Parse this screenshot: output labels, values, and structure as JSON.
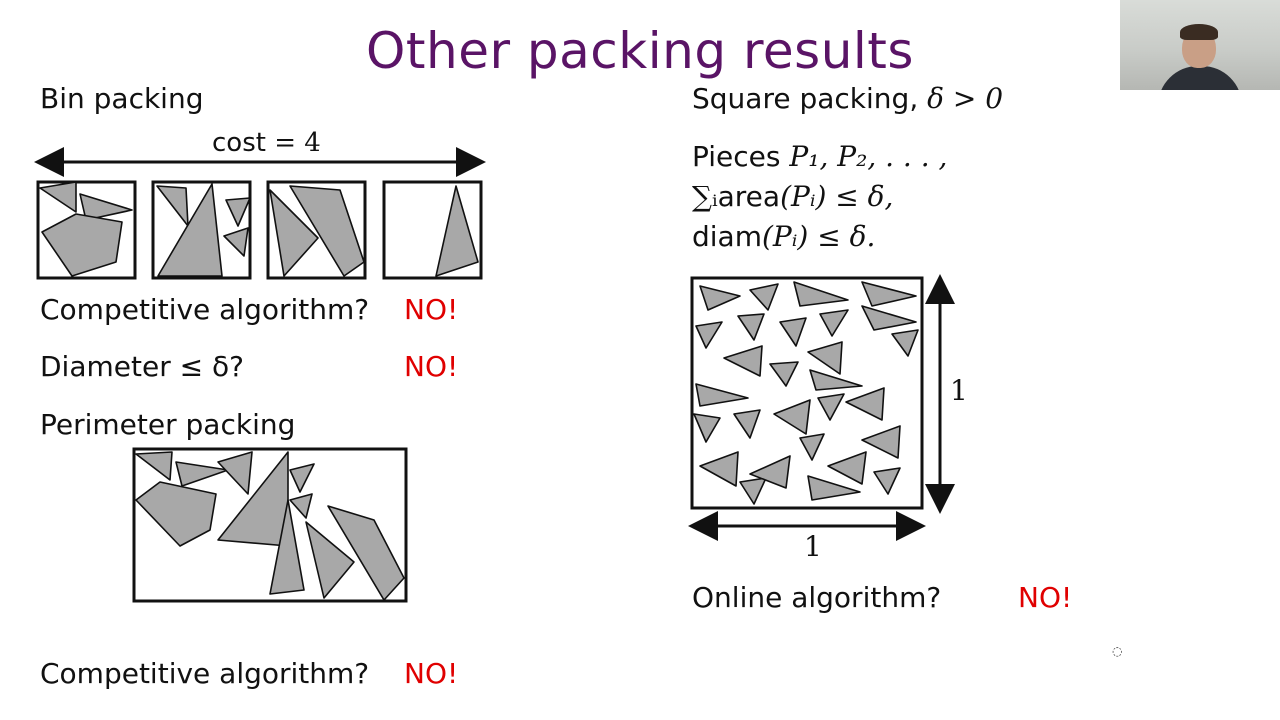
{
  "slide": {
    "title": "Other packing results",
    "left": {
      "bin_heading": "Bin packing",
      "cost_label": "cost",
      "cost_math": "= 4",
      "competitive_q": "Competitive algorithm?",
      "competitive_a": "NO!",
      "diameter_q": "Diameter ≤ δ?",
      "diameter_a": "NO!",
      "perimeter_heading": "Perimeter packing",
      "perimeter_q": "Competitive algorithm?",
      "perimeter_a": "NO!"
    },
    "right": {
      "square_heading": "Square packing, ",
      "square_math": "δ > 0",
      "pieces_label": "Pieces ",
      "pieces_math": "P₁, P₂, . . . ,",
      "sum_pre": "∑ᵢ",
      "sum_area": "area",
      "sum_post": "(Pᵢ) ≤ δ,",
      "diam_label": "diam",
      "diam_post": "(Pᵢ) ≤ δ.",
      "side_label_v": "1",
      "side_label_h": "1",
      "online_q": "Online algorithm?",
      "online_a": "NO!"
    }
  },
  "colors": {
    "title": "#5a1466",
    "answer": "#e00000",
    "piece_fill": "#a8a8a8"
  }
}
